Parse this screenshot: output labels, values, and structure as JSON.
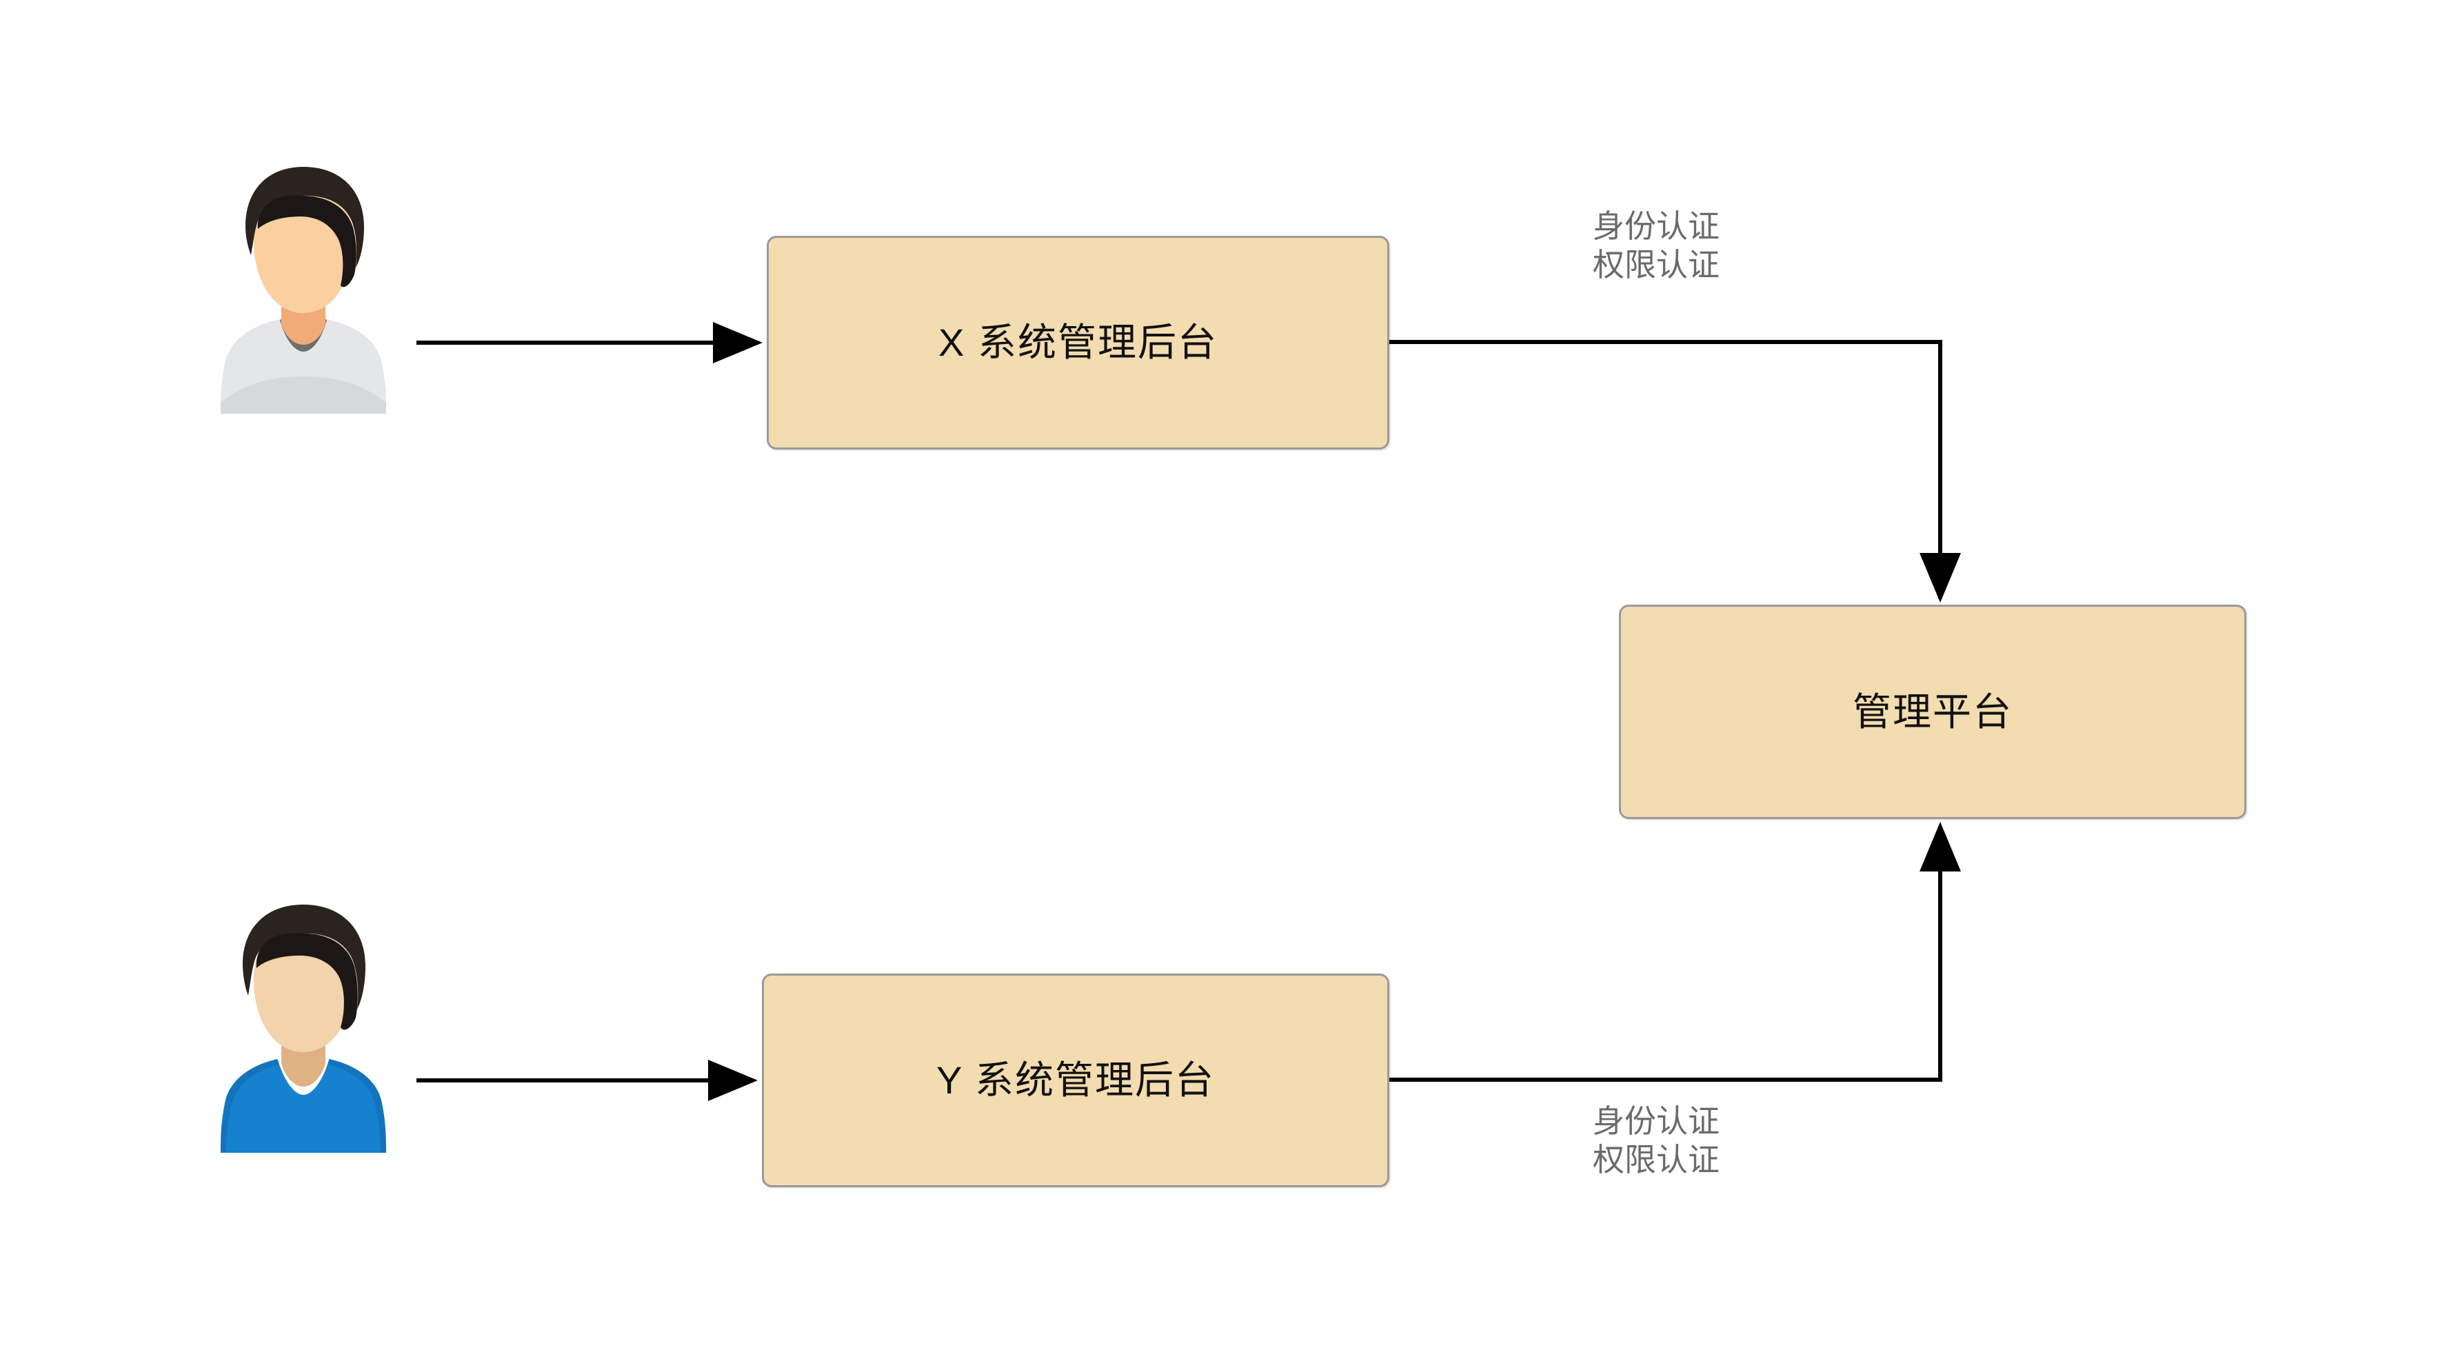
{
  "diagram": {
    "background_color": "#ffffff",
    "node_fill_color": "#f2dcb0",
    "node_border_color": "#9a9a9a",
    "node_text_color": "#111111",
    "edge_color": "#000000",
    "edge_label_color": "#6b6b6b",
    "nodes": [
      {
        "id": "x-system",
        "label": "X 系统管理后台"
      },
      {
        "id": "y-system",
        "label": "Y 系统管理后台"
      },
      {
        "id": "platform",
        "label": "管理平台"
      }
    ],
    "actors": [
      {
        "id": "user-x",
        "shirt_color": "#d6d8da",
        "hair_color": "#2b2320",
        "skin_color": "#fbd0a0"
      },
      {
        "id": "user-y",
        "shirt_color": "#1374bd",
        "hair_color": "#2b2320",
        "skin_color": "#f2d3ac"
      }
    ],
    "edge_labels": {
      "top": {
        "line1": "身份认证",
        "line2": "权限认证"
      },
      "bottom": {
        "line1": "身份认证",
        "line2": "权限认证"
      }
    }
  }
}
